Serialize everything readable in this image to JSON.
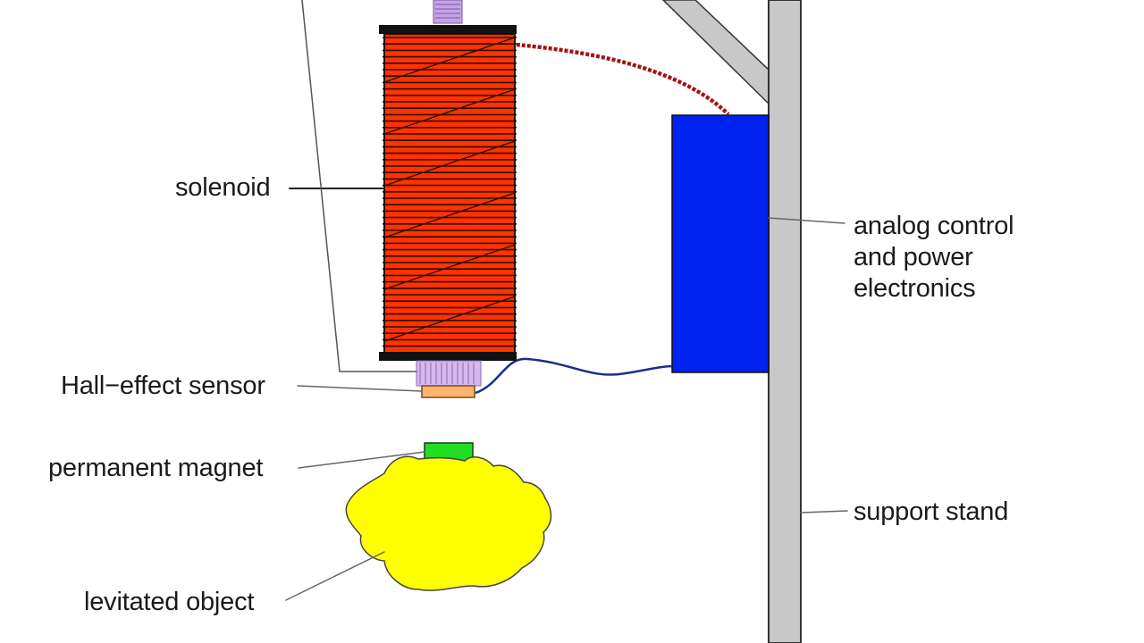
{
  "labels": {
    "solenoid": "solenoid",
    "hall_sensor": "Hall−effect sensor",
    "permanent_magnet": "permanent magnet",
    "levitated_object": "levitated object",
    "support_stand": "support stand",
    "electronics_line1": "analog control",
    "electronics_line2": "and power",
    "electronics_line3": "electronics"
  },
  "colors": {
    "coil_fill": "#ff3300",
    "coil_winding": "#2b0d00",
    "cap": "#111111",
    "core_top": "#c6a3e6",
    "core_bottom": "#d6b8ee",
    "hall_sensor": "#ffb36b",
    "magnet": "#22dd22",
    "object": "#ffff00",
    "electronics_box": "#0022ee",
    "stand": "#c8c8c8",
    "wire_red": "#b11a1a",
    "wire_blue": "#1a2e8c"
  }
}
